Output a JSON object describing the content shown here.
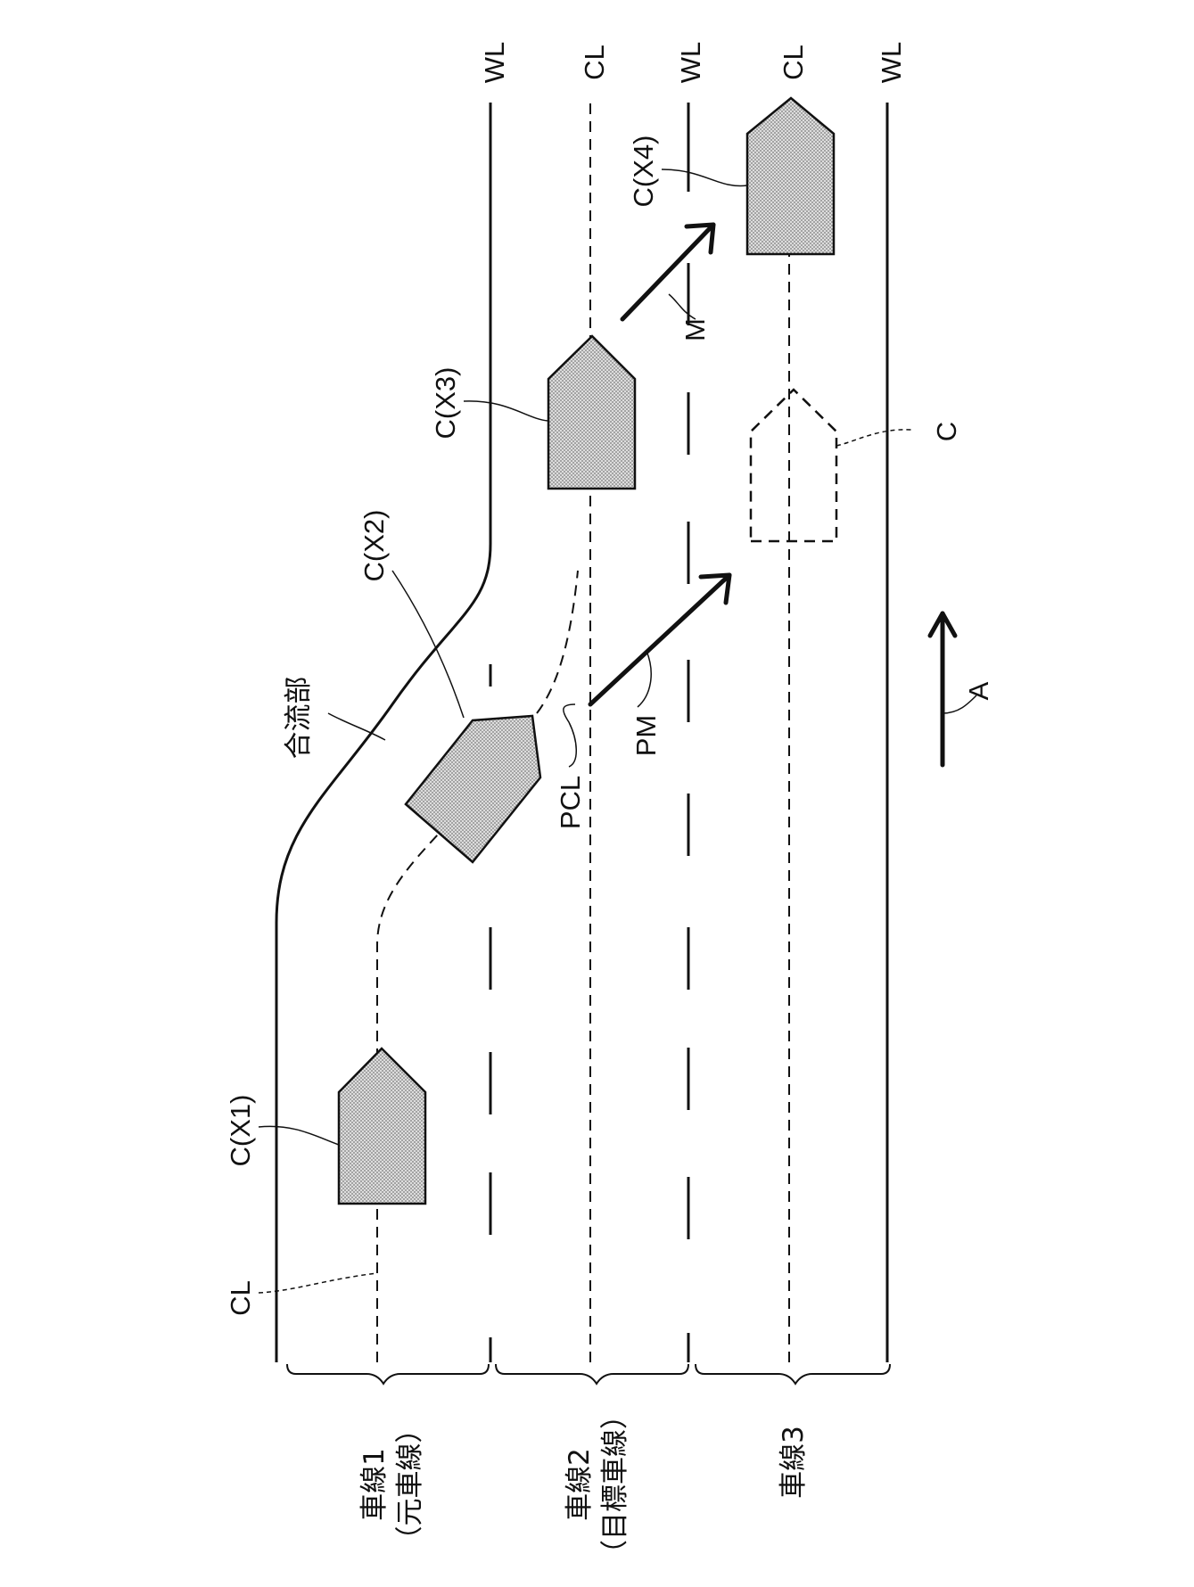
{
  "figure": {
    "labels": {
      "wl_top_a": "WL",
      "cl_top_a": "CL",
      "wl_top_b": "WL",
      "cl_top_b": "CL",
      "wl_top_c": "WL",
      "cl_bottom": "CL",
      "c_x1": "C(X1)",
      "c_x2": "C(X2)",
      "c_x3": "C(X3)",
      "c_x4": "C(X4)",
      "merge_section": "合流部",
      "pcl": "PCL",
      "pm": "PM",
      "m": "M",
      "c": "C",
      "a": "A",
      "lane1": "車線1",
      "lane1_sub": "（元車線）",
      "lane2": "車線2",
      "lane2_sub": "（目標車線）",
      "lane3": "車線3"
    },
    "colors": {
      "line": "#111111",
      "vehicle_fill": "#cfcfcf",
      "background": "#ffffff"
    }
  }
}
